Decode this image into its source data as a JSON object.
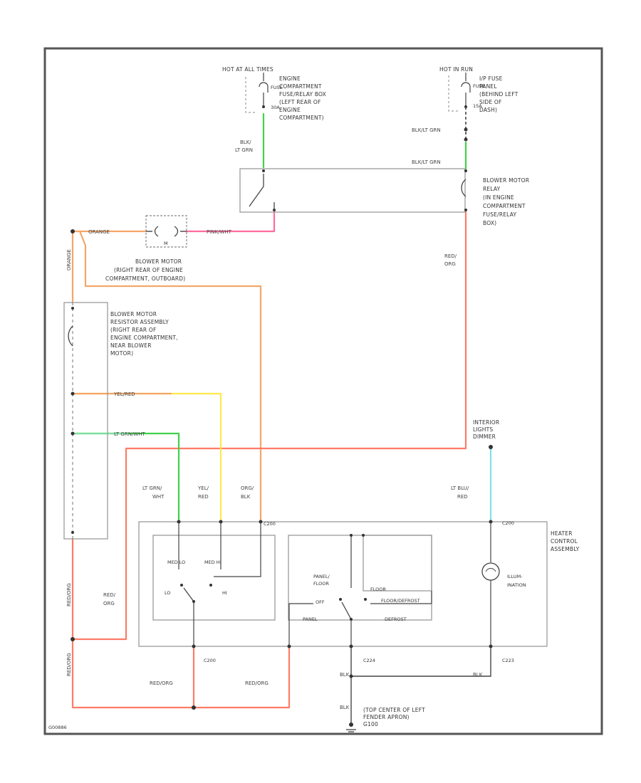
{
  "colors": {
    "lt_grn": "#3fd24a",
    "red_org": "#ff7b66",
    "orange": "#f4a66a",
    "pink": "#ff6b9d",
    "yel_red": "#ffe94a",
    "lt_blu": "#7fe0e8",
    "blk": "#444444",
    "border": "#555555"
  },
  "power": {
    "hot_left": "HOT AT ALL TIMES",
    "fuse_left": "FUSE",
    "amp_left": "30A",
    "loc_left": [
      "ENGINE",
      "COMPARTMENT",
      "FUSE/RELAY BOX",
      "(LEFT REAR OF",
      "ENGINE",
      "COMPARTMENT)"
    ],
    "hot_right": "HOT IN RUN",
    "fuse_right": "FUSE",
    "amp_right": "15A",
    "loc_right": [
      "I/P FUSE",
      "PANEL",
      "(BEHIND LEFT",
      "SIDE OF",
      "DASH)"
    ]
  },
  "wires": {
    "blk_lt_grn": [
      "BLK/",
      "LT GRN"
    ],
    "blk_lt_grn_1": "BLK/LT GRN",
    "blk_lt_grn_2": "BLK/LT GRN",
    "orange": "ORANGE",
    "pink_wht": "PINK/WHT",
    "red_org_right": [
      "RED/",
      "ORG"
    ],
    "orange_vert": "ORANGE",
    "yel_red": "YEL/RED",
    "lt_grn_wht": "LT GRN/WHT",
    "lt_grn_wht_2": [
      "LT GRN/",
      "WHT"
    ],
    "yel_red_2": [
      "YEL/",
      "RED"
    ],
    "org_blk": [
      "ORG/",
      "BLK"
    ],
    "lt_blu_red": [
      "LT BLU/",
      "RED"
    ],
    "red_org_left": [
      "RED/",
      "ORG"
    ],
    "red_org_vert_1": "RED/ORG",
    "red_org_vert_2": "RED/ORG",
    "red_org_bot_1": "RED/ORG",
    "red_org_bot_2": "RED/ORG",
    "blk_1": "BLK",
    "blk_2": "BLK",
    "blk_3": "BLK"
  },
  "components": {
    "relay": [
      "BLOWER MOTOR",
      "RELAY",
      "(IN ENGINE",
      "COMPARTMENT",
      "FUSE/RELAY",
      "BOX)"
    ],
    "motor": [
      "BLOWER MOTOR",
      "(RIGHT REAR OF ENGINE",
      "COMPARTMENT, OUTBOARD)"
    ],
    "motor_symbol": "M",
    "resistor": [
      "BLOWER MOTOR",
      "RESISTOR ASSEMBLY",
      "(RIGHT REAR OF",
      "ENGINE COMPARTMENT,",
      "NEAR BLOWER",
      "MOTOR)"
    ],
    "dimmer": [
      "INTERIOR",
      "LIGHTS",
      "DIMMER"
    ],
    "heater": [
      "HEATER",
      "CONTROL",
      "ASSEMBLY"
    ],
    "ground": [
      "(TOP CENTER OF LEFT",
      "FENDER APRON)",
      "G100"
    ]
  },
  "connectors": {
    "c_top_left": "C200",
    "c_top_right": "C200",
    "c_bot_1": "C200",
    "c_bot_2": "C224",
    "c_bot_3": "C223"
  },
  "switches": {
    "med_lo": "MED LO",
    "med_hi": "MED HI",
    "lo": "LO",
    "hi": "HI",
    "panel_floor": [
      "PANEL/",
      "FLOOR"
    ],
    "off": "OFF",
    "floor": "FLOOR",
    "floor_defrost": "FLOOR/DEFROST",
    "panel": "PANEL",
    "defrost": "DEFROST",
    "illum": "ILLUM-",
    "ination": "INATION"
  },
  "footer": "G00886"
}
